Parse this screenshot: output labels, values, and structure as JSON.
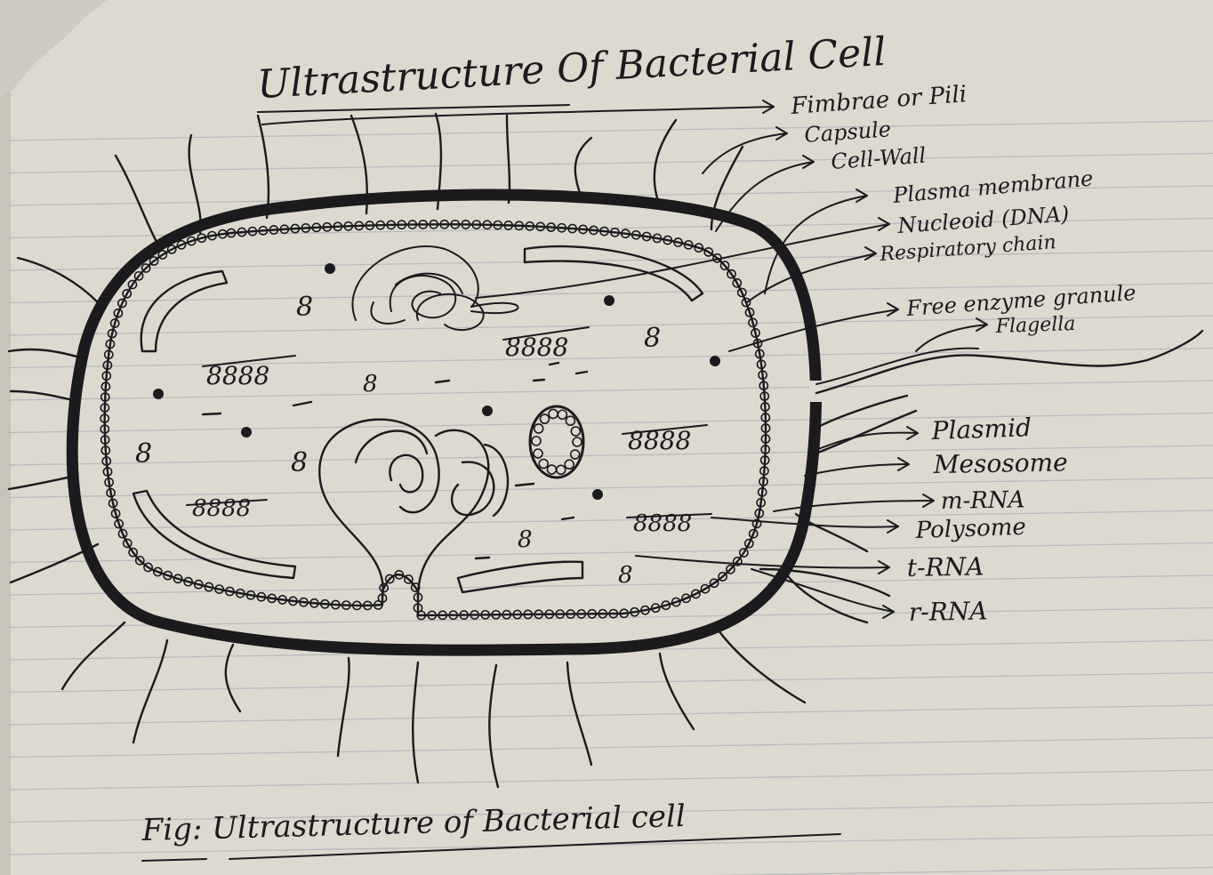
{
  "title": "Ultrastructure Of Bacterial Cell",
  "caption": "Fig: Ultrastructure of Bacterial cell",
  "labels": [
    "Fimbrae or Pili",
    "Capsule",
    "Cell-Wall",
    "Plasma membrane",
    "Nucleoid (DNA)",
    "Respiratory chain",
    "Free enzyme granule",
    "Flagella",
    "Plasmid",
    "Mesosome",
    "m-RNA",
    "Polysome",
    "t-RNA",
    "r-RNA"
  ],
  "cell_marks": {
    "ribosome_single": "8",
    "ribosome_chain": "8888"
  },
  "colors": {
    "paper": "#ddd9cf",
    "rule_line": "#9aa0ae",
    "ink": "#1b1b1d"
  }
}
